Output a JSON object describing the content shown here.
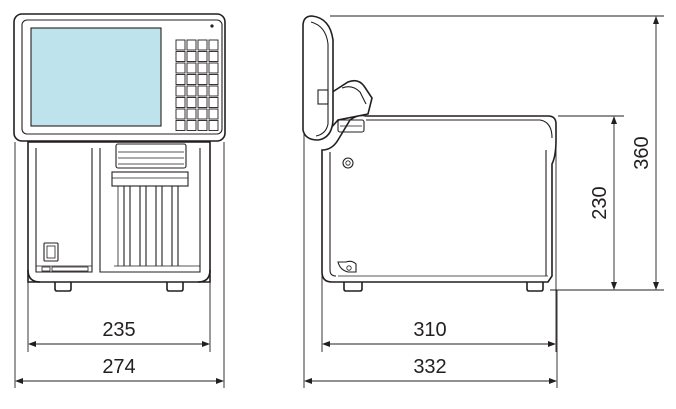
{
  "screen_color": "#bfe3ec",
  "line_color": "#231f20",
  "front_view": {
    "width_inner": "235",
    "width_outer": "274"
  },
  "side_view": {
    "depth_inner": "310",
    "depth_outer": "332",
    "height_body": "230",
    "height_total": "360"
  }
}
